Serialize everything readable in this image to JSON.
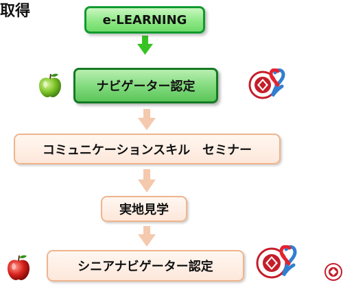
{
  "heading": "取得",
  "steps": {
    "elearning": "e-LEARNING",
    "navigator": "ナビゲーター認定",
    "communication": "コミュニケーションスキル　セミナー",
    "site_visit": "実地見学",
    "senior_navigator": "シニアナビゲーター認定"
  },
  "colors": {
    "green_border": "#0e9a2e",
    "green_fill": "#8fe886",
    "peach_border": "#efb48c",
    "peach_fill": "#fde7da",
    "arrow_green": "#37c324",
    "arrow_peach": "#f4c9ad"
  },
  "icons": {
    "green_apple": "green-apple-icon",
    "red_apple": "red-apple-icon",
    "emblem": "society-emblem-ribbon-icon"
  }
}
